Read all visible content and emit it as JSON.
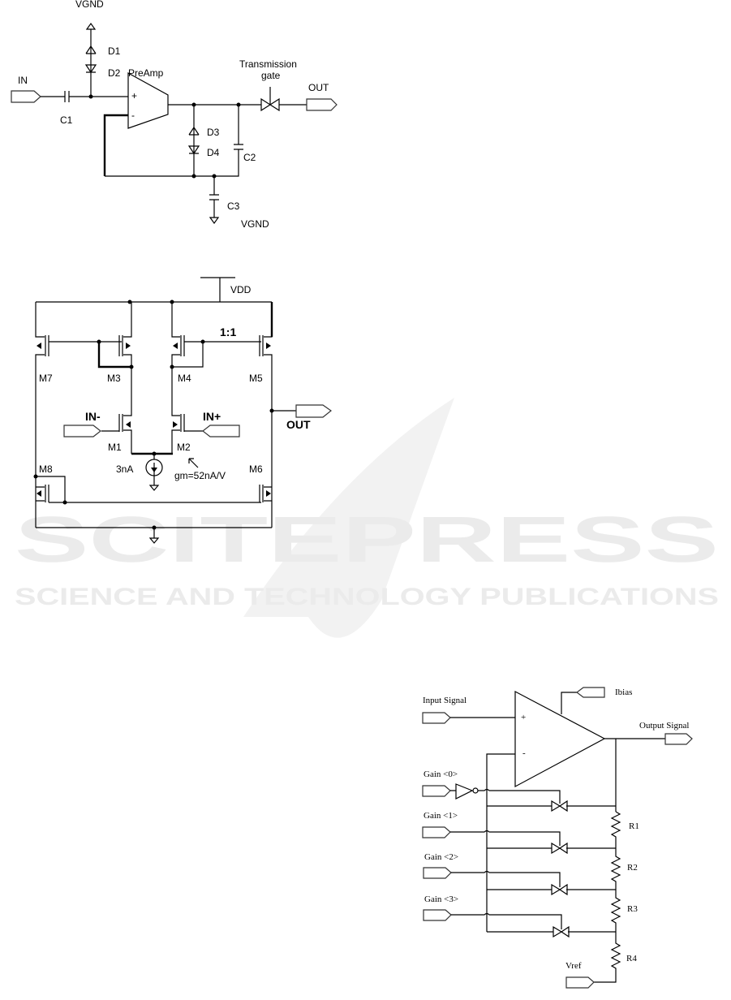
{
  "watermark": {
    "title": "SCITEPRESS",
    "subtitle": "SCIENCE AND TECHNOLOGY PUBLICATIONS"
  },
  "fig1": {
    "vgnd_top": "VGND",
    "d1": "D1",
    "d2": "D2",
    "preamp": "PreAmp",
    "in": "IN",
    "c1": "C1",
    "plus": "+",
    "minus": "-",
    "d3": "D3",
    "d4": "D4",
    "c2": "C2",
    "c3": "C3",
    "vgnd_bottom": "VGND",
    "tgate_line1": "Transmission",
    "tgate_line2": "gate",
    "out": "OUT"
  },
  "fig2": {
    "vdd": "VDD",
    "ratio": "1:1",
    "m7": "M7",
    "m3": "M3",
    "m4": "M4",
    "m5": "M5",
    "in_minus": "IN-",
    "in_plus": "IN+",
    "out": "OUT",
    "m1": "M1",
    "m2": "M2",
    "current": "3nA",
    "gm": "gm=52nA/V",
    "m8": "M8",
    "m6": "M6"
  },
  "fig3": {
    "input": "Input Signal",
    "ibias": "Ibias",
    "output": "Output Signal",
    "plus": "+",
    "minus": "-",
    "gain0": "Gain <0>",
    "gain1": "Gain <1>",
    "gain2": "Gain <2>",
    "gain3": "Gain <3>",
    "r1": "R1",
    "r2": "R2",
    "r3": "R3",
    "r4": "R4",
    "vref": "Vref"
  }
}
